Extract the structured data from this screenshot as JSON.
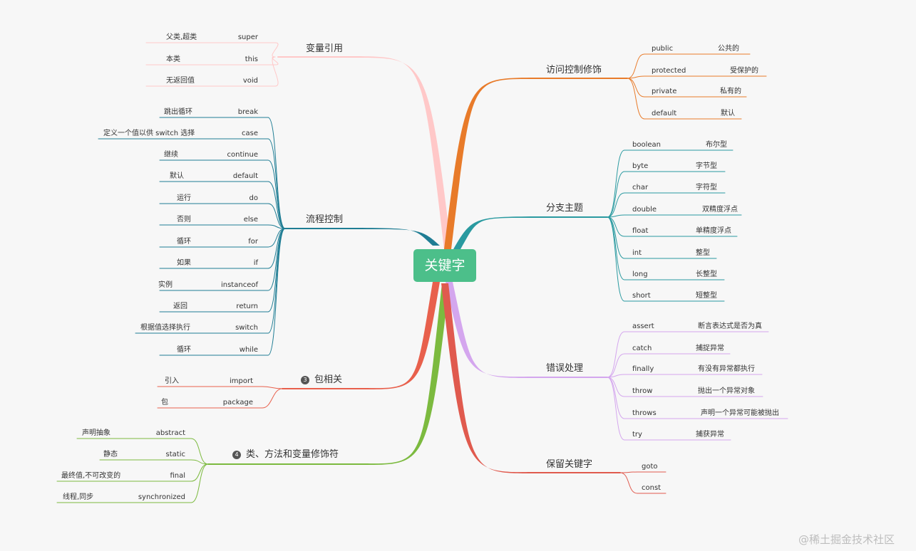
{
  "root": {
    "label": "关键字",
    "color": "#4cbf8a"
  },
  "watermark": "@稀土掘金技术社区",
  "branches": [
    {
      "id": "var-ref",
      "label": "变量引用",
      "badge": "",
      "side": "left",
      "color": "#ffc8c8",
      "items": [
        {
          "kw": "super",
          "desc": "父类,超类"
        },
        {
          "kw": "this",
          "desc": "本类"
        },
        {
          "kw": "void",
          "desc": "无返回值"
        }
      ]
    },
    {
      "id": "flow",
      "label": "流程控制",
      "badge": "",
      "side": "left",
      "color": "#1f7d94",
      "items": [
        {
          "kw": "break",
          "desc": "跳出循环"
        },
        {
          "kw": "case",
          "desc": "定义一个值以供 switch 选择"
        },
        {
          "kw": "continue",
          "desc": "继续"
        },
        {
          "kw": "default",
          "desc": "默认"
        },
        {
          "kw": "do",
          "desc": "运行"
        },
        {
          "kw": "else",
          "desc": "否则"
        },
        {
          "kw": "for",
          "desc": "循环"
        },
        {
          "kw": "if",
          "desc": "如果"
        },
        {
          "kw": "instanceof",
          "desc": "实例"
        },
        {
          "kw": "return",
          "desc": "返回"
        },
        {
          "kw": "switch",
          "desc": "根据值选择执行"
        },
        {
          "kw": "while",
          "desc": "循环"
        }
      ]
    },
    {
      "id": "package",
      "label": "包相关",
      "badge": "3",
      "side": "left",
      "color": "#e8604c",
      "items": [
        {
          "kw": "import",
          "desc": "引入"
        },
        {
          "kw": "package",
          "desc": "包"
        }
      ]
    },
    {
      "id": "modifiers",
      "label": "类、方法和变量修饰符",
      "badge": "4",
      "side": "left",
      "color": "#7cba3f",
      "items": [
        {
          "kw": "abstract",
          "desc": "声明抽象"
        },
        {
          "kw": "static",
          "desc": "静态"
        },
        {
          "kw": "final",
          "desc": "最终值,不可改变的"
        },
        {
          "kw": "synchronized",
          "desc": "线程,同步"
        }
      ]
    },
    {
      "id": "access",
      "label": "访问控制修饰",
      "badge": "",
      "side": "right",
      "color": "#e87b2a",
      "items": [
        {
          "kw": "public",
          "desc": "公共的"
        },
        {
          "kw": "protected",
          "desc": "受保护的"
        },
        {
          "kw": "private",
          "desc": "私有的"
        },
        {
          "kw": "default",
          "desc": "默认"
        }
      ]
    },
    {
      "id": "types",
      "label": "分支主题",
      "badge": "",
      "side": "right",
      "color": "#2a9aa0",
      "items": [
        {
          "kw": "boolean",
          "desc": "布尔型"
        },
        {
          "kw": "byte",
          "desc": "字节型"
        },
        {
          "kw": "char",
          "desc": "字符型"
        },
        {
          "kw": "double",
          "desc": "双精度浮点"
        },
        {
          "kw": "float",
          "desc": "单精度浮点"
        },
        {
          "kw": "int",
          "desc": "整型"
        },
        {
          "kw": "long",
          "desc": "长整型"
        },
        {
          "kw": "short",
          "desc": "短整型"
        }
      ]
    },
    {
      "id": "errors",
      "label": "错误处理",
      "badge": "",
      "side": "right",
      "color": "#d4a6ee",
      "items": [
        {
          "kw": "assert",
          "desc": "断言表达式是否为真"
        },
        {
          "kw": "catch",
          "desc": "捕捉异常"
        },
        {
          "kw": "finally",
          "desc": "有没有异常都执行"
        },
        {
          "kw": "throw",
          "desc": "抛出一个异常对象"
        },
        {
          "kw": "throws",
          "desc": "声明一个异常可能被抛出"
        },
        {
          "kw": "try",
          "desc": "捕获异常"
        }
      ]
    },
    {
      "id": "reserved",
      "label": "保留关键字",
      "badge": "",
      "side": "right",
      "color": "#e05a4e",
      "items": [
        {
          "kw": "goto",
          "desc": ""
        },
        {
          "kw": "const",
          "desc": ""
        }
      ]
    }
  ]
}
